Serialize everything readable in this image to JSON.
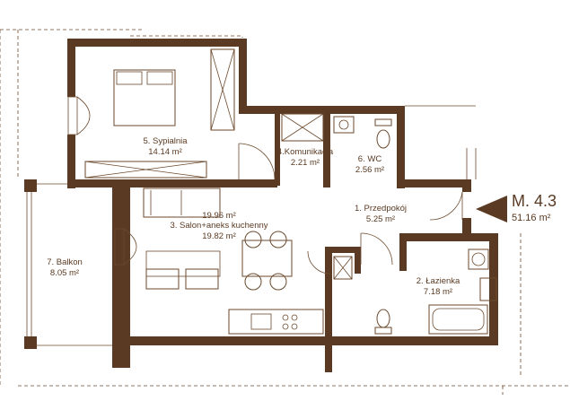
{
  "unit": {
    "code": "M. 4.3",
    "area": "51.16 m²"
  },
  "rooms": [
    {
      "name": "5. Sypialnia",
      "area": "14.14 m²"
    },
    {
      "name": "4.Komunikacja",
      "area": "2.21 m²"
    },
    {
      "name": "6. WC",
      "area": "2.56 m²"
    },
    {
      "name": "1. Przedpokój",
      "area": "5.25 m²"
    },
    {
      "name": "3. Salon+aneks kuchenny",
      "area": "19.82 m²",
      "overlap_area": "19.96 m²"
    },
    {
      "name": "7. Balkon",
      "area": "8.05 m²"
    },
    {
      "name": "2. Łazienka",
      "area": "7.18 m²"
    }
  ],
  "colors": {
    "wall": "#5a3a22",
    "text": "#5a3a22",
    "background": "#ffffff"
  },
  "icons": {
    "unit_marker": "triangle-marker-icon"
  }
}
